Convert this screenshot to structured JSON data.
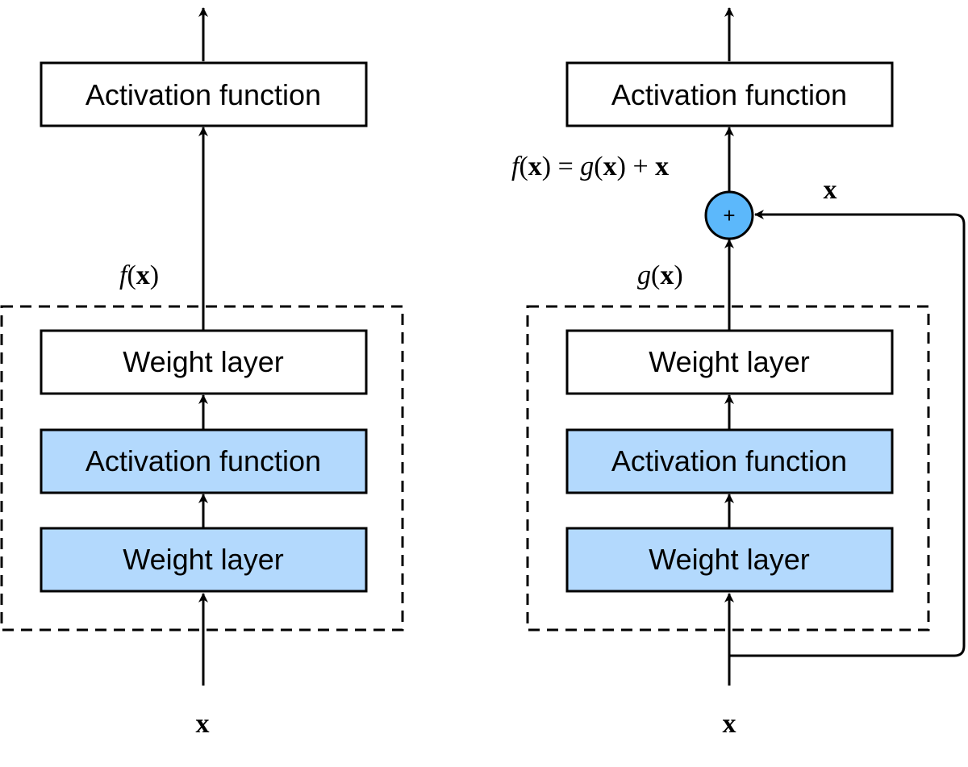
{
  "colors": {
    "stroke": "#000000",
    "plain_fill": "#ffffff",
    "blue_fill": "#b3d9fd",
    "adder_fill": "#5cb8fb"
  },
  "left": {
    "top_box_label": "Activation function",
    "weight_layer_upper_label": "Weight layer",
    "activation_label": "Activation function",
    "weight_layer_lower_label": "Weight layer",
    "output_label_f": "f",
    "output_label_open": "(",
    "output_label_x": "x",
    "output_label_close": ")",
    "input_label": "x"
  },
  "right": {
    "top_box_label": "Activation function",
    "weight_layer_upper_label": "Weight layer",
    "activation_label": "Activation function",
    "weight_layer_lower_label": "Weight layer",
    "sum_label_f": "f",
    "sum_label_open1": "(",
    "sum_label_x1": "x",
    "sum_label_close1": ")",
    "sum_label_eq": " = ",
    "sum_label_g": "g",
    "sum_label_open2": "(",
    "sum_label_x2": "x",
    "sum_label_close2": ")",
    "sum_label_plus": " + ",
    "sum_label_x3": "x",
    "block_label_g": "g",
    "block_label_open": "(",
    "block_label_x": "x",
    "block_label_close": ")",
    "skip_label": "x",
    "adder_symbol": "+",
    "input_label": "x"
  }
}
